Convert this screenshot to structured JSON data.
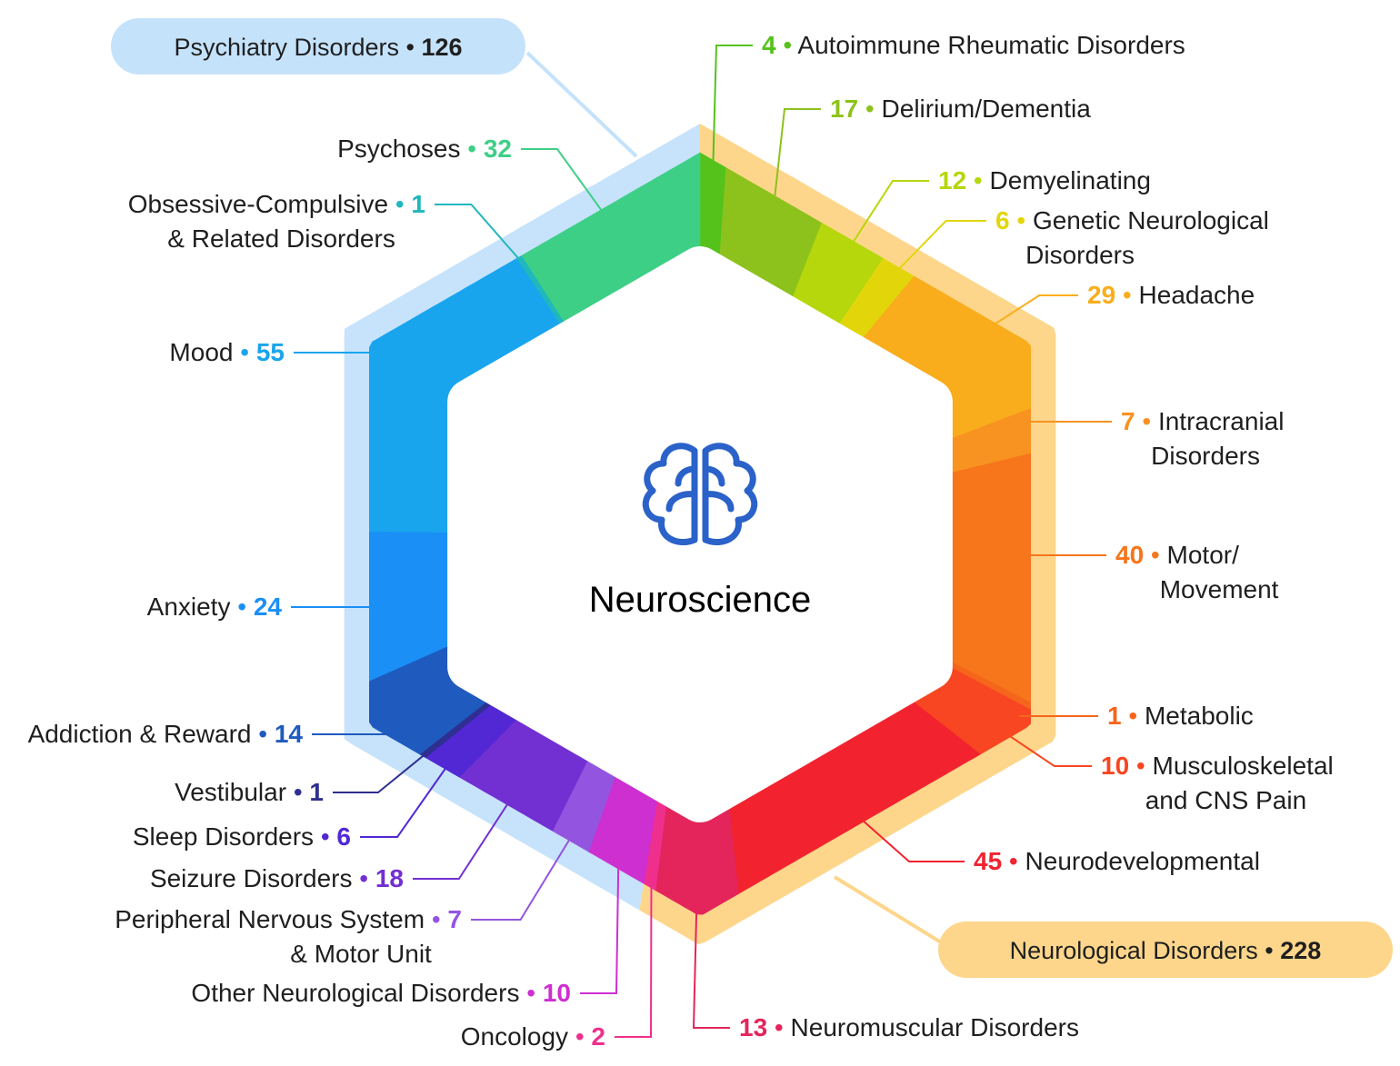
{
  "center": {
    "label": "Neuroscience",
    "icon": "brain-icon",
    "color": "#2a62c9"
  },
  "groups": [
    {
      "id": "psych",
      "name": "Psychiatry Disorders",
      "count": "126",
      "color": "#c5e2fb",
      "ring": "#c7e3fb"
    },
    {
      "id": "neuro",
      "name": "Neurological Disorders",
      "count": "228",
      "color": "#fdd68b",
      "ring": "#fdd68b"
    }
  ],
  "categories": [
    {
      "id": "autoimmune",
      "name": "Autoimmune Rheumatic Disorders",
      "count": "4",
      "color": "#55c21c"
    },
    {
      "id": "delirium",
      "name": "Delirium/Dementia",
      "count": "17",
      "color": "#8dc21c"
    },
    {
      "id": "demyel",
      "name": "Demyelinating",
      "count": "12",
      "color": "#b5d70b"
    },
    {
      "id": "genetic",
      "name": [
        "Genetic Neurological",
        "Disorders"
      ],
      "count": "6",
      "color": "#e2d60b"
    },
    {
      "id": "headache",
      "name": "Headache",
      "count": "29",
      "color": "#f9ad1c"
    },
    {
      "id": "intracranial",
      "name": [
        "Intracranial",
        "Disorders"
      ],
      "count": "7",
      "color": "#f89220"
    },
    {
      "id": "motor",
      "name": [
        "Motor/",
        "Movement"
      ],
      "count": "40",
      "color": "#f7751b"
    },
    {
      "id": "metabolic",
      "name": "Metabolic",
      "count": "1",
      "color": "#f6651c"
    },
    {
      "id": "musculo",
      "name": [
        "Musculoskeletal",
        "and CNS Pain"
      ],
      "count": "10",
      "color": "#f74621"
    },
    {
      "id": "neurodev",
      "name": "Neurodevelopmental",
      "count": "45",
      "color": "#f2232f"
    },
    {
      "id": "neuromuscular",
      "name": "Neuromuscular Disorders",
      "count": "13",
      "color": "#e3255b"
    },
    {
      "id": "oncology",
      "name": "Oncology",
      "count": "2",
      "color": "#ef2f8d"
    },
    {
      "id": "other",
      "name": "Other Neurological Disorders",
      "count": "10",
      "color": "#cd2fd1"
    },
    {
      "id": "pns",
      "name": [
        "Peripheral Nervous System",
        "& Motor Unit"
      ],
      "count": "7",
      "color": "#9355e0"
    },
    {
      "id": "seizure",
      "name": "Seizure Disorders",
      "count": "18",
      "color": "#722fd2"
    },
    {
      "id": "sleep",
      "name": "Sleep Disorders",
      "count": "6",
      "color": "#5128d3"
    },
    {
      "id": "vestibular",
      "name": "Vestibular",
      "count": "1",
      "color": "#2e2f91"
    },
    {
      "id": "addiction",
      "name": "Addiction & Reward",
      "count": "14",
      "color": "#1f5abe"
    },
    {
      "id": "anxiety",
      "name": "Anxiety",
      "count": "24",
      "color": "#1a8ff5"
    },
    {
      "id": "mood",
      "name": "Mood",
      "count": "55",
      "color": "#19a4ee"
    },
    {
      "id": "ocd",
      "name": [
        "Obsessive-Compulsive",
        "& Related Disorders"
      ],
      "count": "1",
      "color": "#20b7bd"
    },
    {
      "id": "psychoses",
      "name": "Psychoses",
      "count": "32",
      "color": "#3ecf86"
    }
  ]
}
